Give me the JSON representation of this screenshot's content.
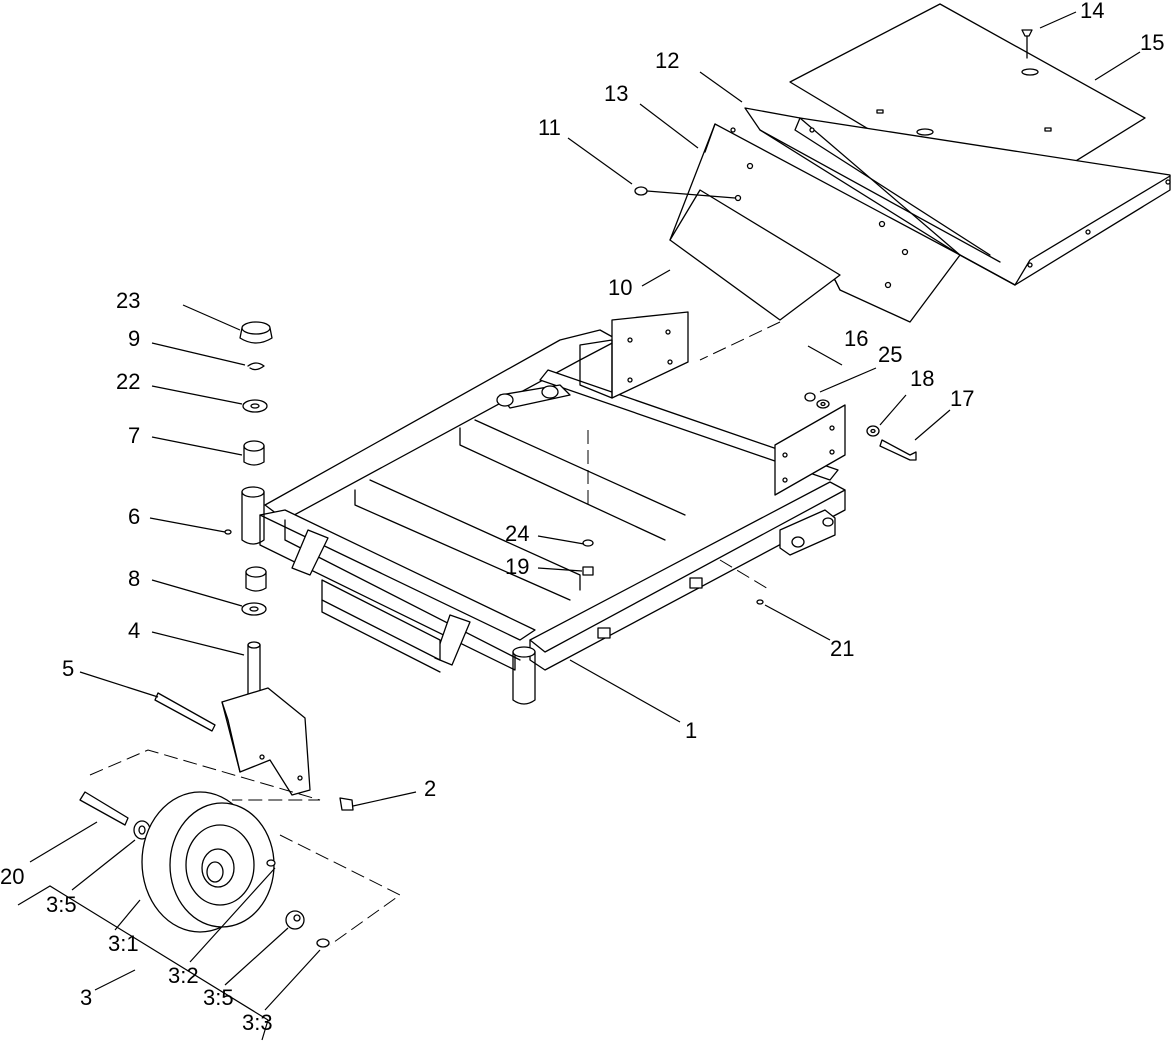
{
  "callouts": {
    "c1": "1",
    "c2": "2",
    "c3": "3",
    "c3_1": "3:1",
    "c3_2": "3:2",
    "c3_3": "3:3",
    "c3_5a": "3:5",
    "c3_5b": "3:5",
    "c4": "4",
    "c5": "5",
    "c6": "6",
    "c7": "7",
    "c8": "8",
    "c9": "9",
    "c10": "10",
    "c11": "11",
    "c12": "12",
    "c13": "13",
    "c14": "14",
    "c15": "15",
    "c16": "16",
    "c17": "17",
    "c18": "18",
    "c19": "19",
    "c20": "20",
    "c21": "21",
    "c22": "22",
    "c23": "23",
    "c24": "24",
    "c25": "25"
  }
}
